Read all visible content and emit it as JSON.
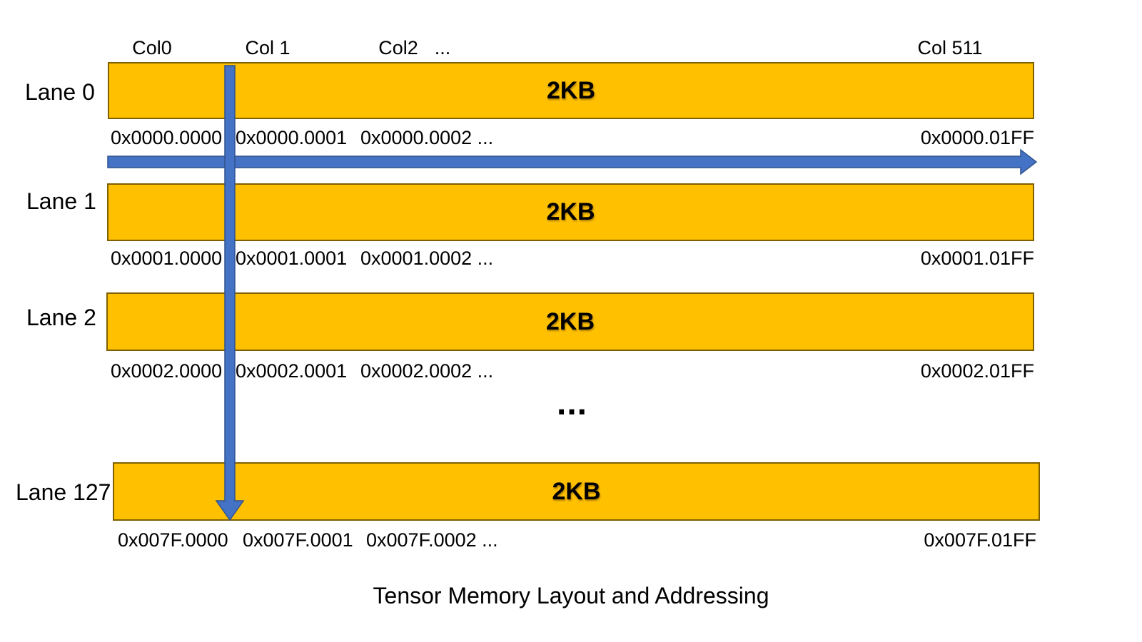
{
  "title": "Tensor Memory Layout and Addressing",
  "columns": {
    "c0": "Col0",
    "c1": "Col 1",
    "c2": "Col2",
    "dots": "...",
    "c511": "Col 511"
  },
  "rows_ellipsis": "...",
  "lanes": [
    {
      "label": "Lane 0",
      "size": "2KB",
      "addresses": [
        "0x0000.0000",
        "0x0000.0001",
        "0x0000.0002 ...",
        "0x0000.01FF"
      ]
    },
    {
      "label": "Lane 1",
      "size": "2KB",
      "addresses": [
        "0x0001.0000",
        "0x0001.0001",
        "0x0001.0002 ...",
        "0x0001.01FF"
      ]
    },
    {
      "label": "Lane 2",
      "size": "2KB",
      "addresses": [
        "0x0002.0000",
        "0x0002.0001",
        "0x0002.0002 ...",
        "0x0002.01FF"
      ]
    },
    {
      "label": "Lane 127",
      "size": "2KB",
      "addresses": [
        "0x007F.0000",
        "0x007F.0001",
        "0x007F.0002 ...",
        "0x007F.01FF"
      ]
    }
  ],
  "colors": {
    "bar_fill": "#FFC000",
    "bar_border": "#7F6000",
    "arrow_fill": "#4472C4",
    "arrow_border": "#2F528F"
  }
}
